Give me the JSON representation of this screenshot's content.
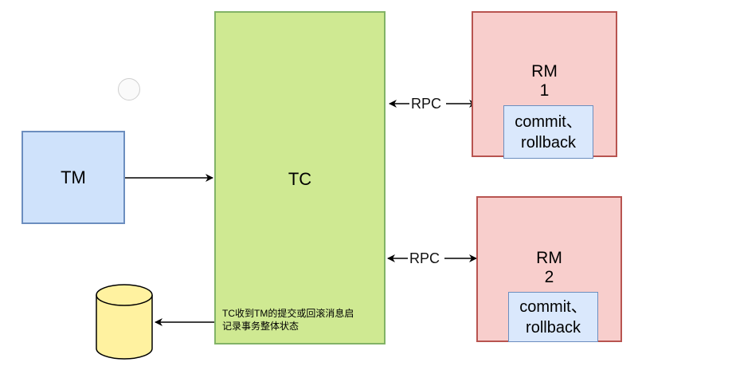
{
  "tm": {
    "label": "TM"
  },
  "tc": {
    "label": "TC",
    "note_line1": "TC收到TM的提交或回滚消息启",
    "note_line2": "记录事务整体状态"
  },
  "rm1": {
    "label_line1": "RM",
    "label_line2": "1",
    "op_line1": "commit、",
    "op_line2": "rollback"
  },
  "rm2": {
    "label_line1": "RM",
    "label_line2": "2",
    "op_line1": "commit、",
    "op_line2": "rollback"
  },
  "connections": {
    "rpc1": "RPC",
    "rpc2": "RPC"
  },
  "colors": {
    "tm_fill": "#cfe2fb",
    "tc_fill": "#cfe992",
    "rm_fill": "#f8cecc",
    "op_fill": "#dae8fc",
    "db_fill": "#fff2a0"
  }
}
